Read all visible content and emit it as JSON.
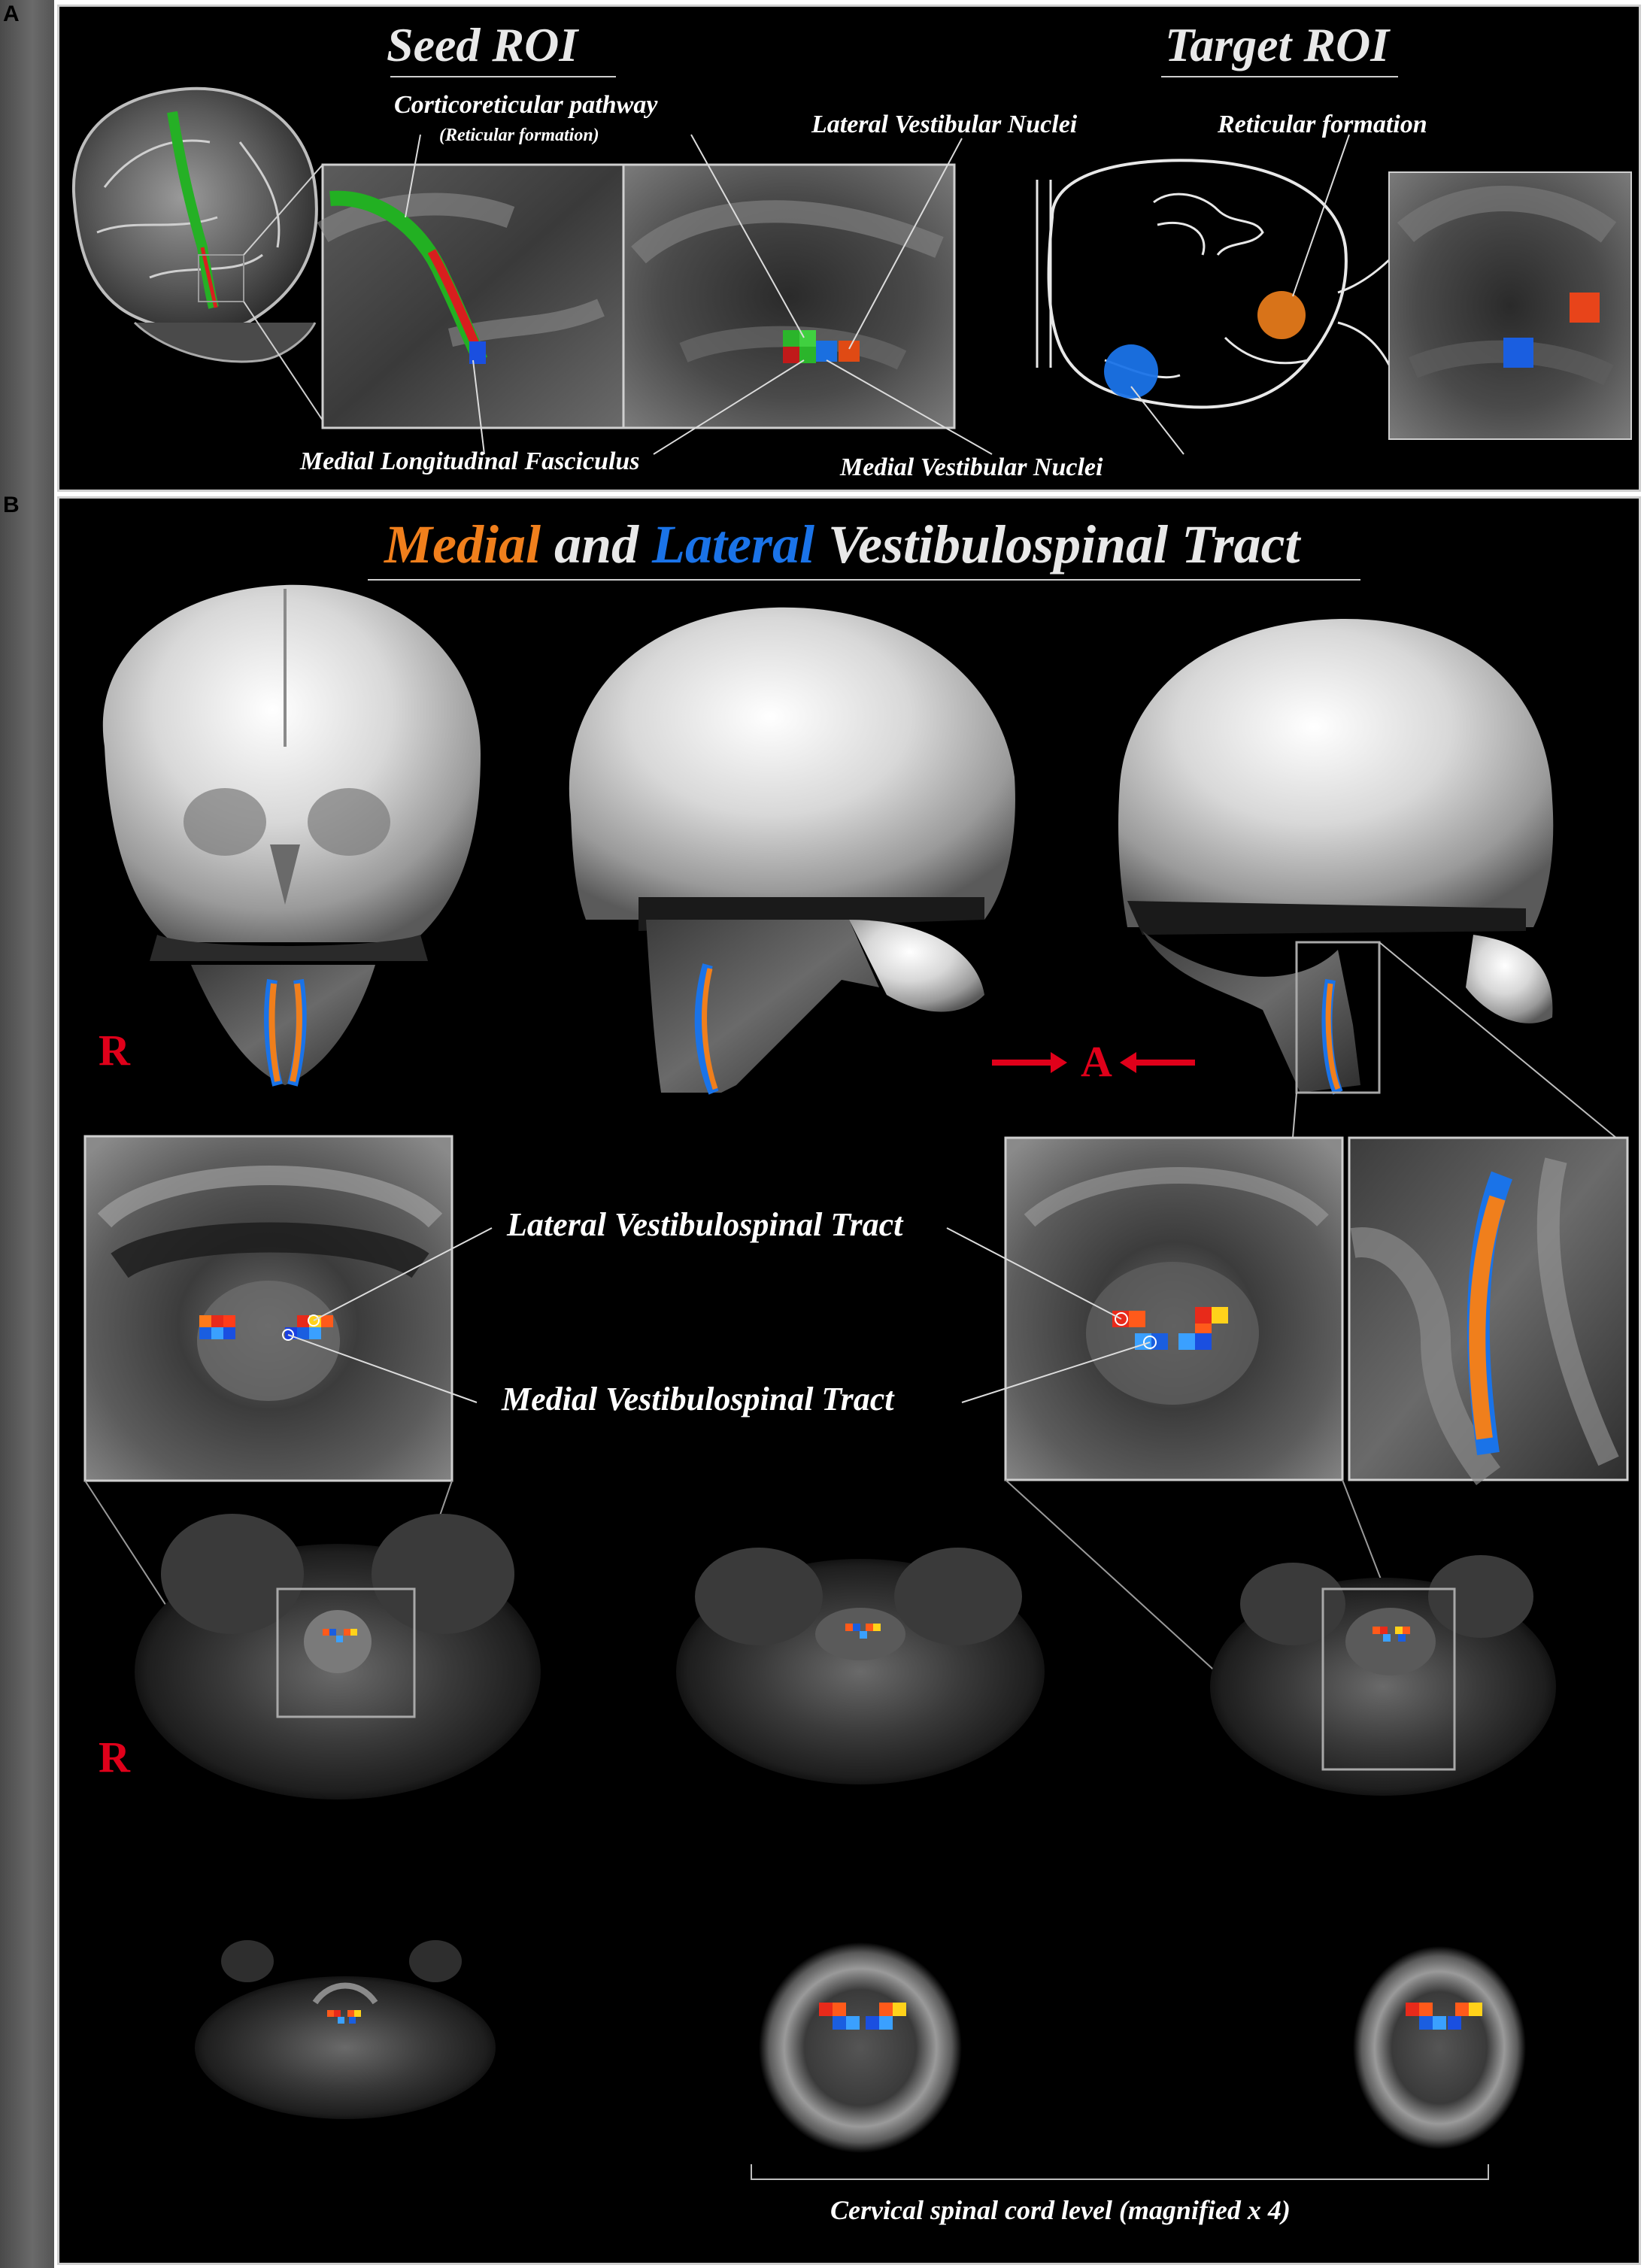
{
  "panels": [
    {
      "letter": "A"
    },
    {
      "letter": "B"
    }
  ],
  "panelA": {
    "seed_title": "Seed ROI",
    "target_title": "Target ROI",
    "labels": {
      "corticoreticular": "Corticoreticular pathway",
      "reticular_sub": "(Reticular formation)",
      "lateral_vn": "Lateral Vestibular Nuclei",
      "reticular": "Reticular formation",
      "mlf": "Medial Longitudinal Fasciculus",
      "medial_vn": "Medial Vestibular Nuclei"
    }
  },
  "panelB": {
    "title": {
      "medial": "Medial",
      "and": " and ",
      "lateral": "Lateral",
      "rest": " Vestibulospinal Tract"
    },
    "title_colors": {
      "medial": "#f07f1c",
      "lateral": "#1a73e8",
      "rest": "#e8e8e8"
    },
    "labels": {
      "lvst": "Lateral Vestibulospinal Tract",
      "mvst": "Medial Vestibulospinal Tract",
      "cervical": "Cervical spinal cord level (magnified x 4)"
    },
    "orientation": {
      "right": "R",
      "anterior": "A"
    }
  },
  "colors": {
    "orange": "#f07f1c",
    "blue": "#1a6fe0",
    "red": "#e03c1a",
    "green": "#2bb52b"
  }
}
